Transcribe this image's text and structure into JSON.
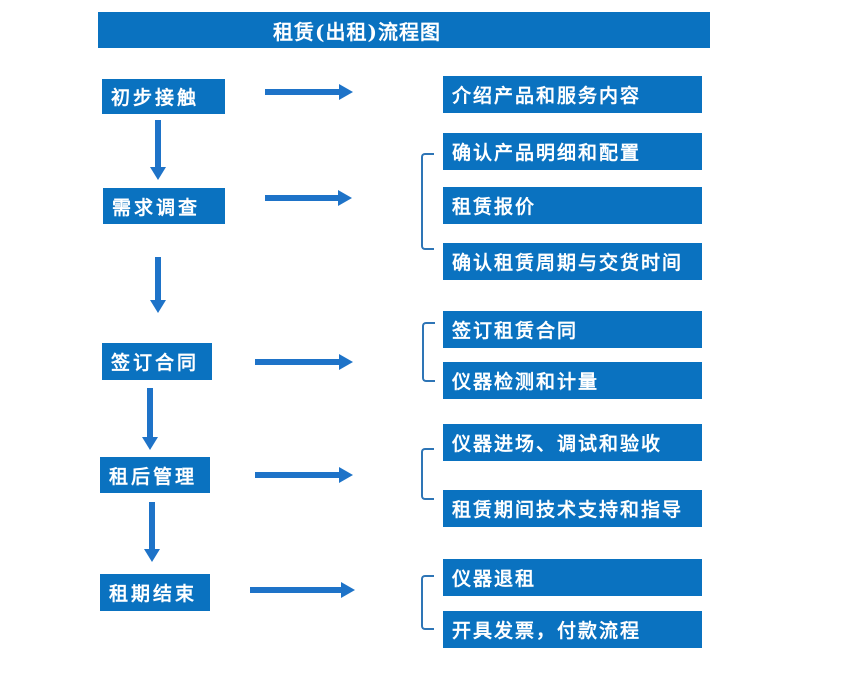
{
  "title": "租赁(出租)流程图",
  "colors": {
    "box_blue": "#0a72c0",
    "arrow_blue": "#1e73c8",
    "bracket_blue": "#2e75b6",
    "text_white": "#ffffff",
    "background": "#ffffff"
  },
  "stages": [
    {
      "label": "初步接触",
      "details": [
        "介绍产品和服务内容"
      ]
    },
    {
      "label": "需求调查",
      "details": [
        "确认产品明细和配置",
        "租赁报价",
        "确认租赁周期与交货时间"
      ]
    },
    {
      "label": "签订合同",
      "details": [
        "签订租赁合同",
        "仪器检测和计量"
      ]
    },
    {
      "label": "租后管理",
      "details": [
        "仪器进场、调试和验收",
        "租赁期间技术支持和指导"
      ]
    },
    {
      "label": "租期结束",
      "details": [
        "仪器退租",
        "开具发票，付款流程"
      ]
    }
  ]
}
